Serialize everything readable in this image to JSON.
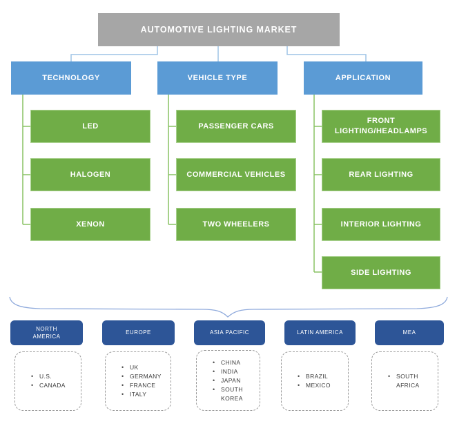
{
  "root": {
    "label": "AUTOMOTIVE LIGHTING MARKET"
  },
  "columns": [
    {
      "label": "TECHNOLOGY",
      "items": [
        "LED",
        "HALOGEN",
        "XENON"
      ]
    },
    {
      "label": "VEHICLE TYPE",
      "items": [
        "PASSENGER CARS",
        "COMMERCIAL VEHICLES",
        "TWO WHEELERS"
      ]
    },
    {
      "label": "APPLICATION",
      "items": [
        "FRONT LIGHTING/HEADLAMPS",
        "REAR LIGHTING",
        "INTERIOR LIGHTING",
        "SIDE LIGHTING"
      ]
    }
  ],
  "regions": [
    {
      "label": "NORTH\nAMERICA",
      "countries": [
        "U.S.",
        "CANADA"
      ]
    },
    {
      "label": "EUROPE",
      "countries": [
        "UK",
        "GERMANY",
        "FRANCE",
        "ITALY"
      ]
    },
    {
      "label": "ASIA PACIFIC",
      "countries": [
        "CHINA",
        "INDIA",
        "JAPAN",
        "SOUTH\nKOREA"
      ]
    },
    {
      "label": "LATIN AMERICA",
      "countries": [
        "BRAZIL",
        "MEXICO"
      ]
    },
    {
      "label": "MEA",
      "countries": [
        "SOUTH\nAFRICA"
      ]
    }
  ],
  "colors": {
    "root_box": "#a6a6a6",
    "category_box": "#5b9bd5",
    "segment_box": "#70ad47",
    "segment_border": "#a9d18e",
    "region_box": "#2d5597",
    "blue_connector": "#9dc3e6",
    "green_connector": "#89c263",
    "brace": "#8faadc"
  }
}
